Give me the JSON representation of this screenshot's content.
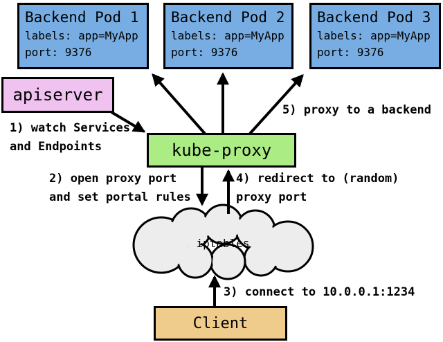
{
  "diagram": {
    "pods": [
      {
        "title": "Backend Pod 1",
        "labels": "labels: app=MyApp",
        "port": "port: 9376"
      },
      {
        "title": "Backend Pod 2",
        "labels": "labels: app=MyApp",
        "port": "port: 9376"
      },
      {
        "title": "Backend Pod 3",
        "labels": "labels: app=MyApp",
        "port": "port: 9376"
      }
    ],
    "apiserver_label": "apiserver",
    "kube_proxy_label": "kube-proxy",
    "iptables_label": "iptables",
    "client_label": "Client",
    "annotations": {
      "step1": "1) watch Services\nand Endpoints",
      "step2": "2) open proxy port\nand set portal rules",
      "step3": "3) connect to 10.0.0.1:1234",
      "step4": "4) redirect to (random)\nproxy port",
      "step5": "5) proxy to a backend"
    }
  },
  "colors": {
    "pod_fill": "#77ADE2",
    "apiserver_fill": "#EFC2EF",
    "kube_proxy_fill": "#ABED84",
    "client_fill": "#EFCB8C",
    "cloud_fill": "#EDEDED",
    "line": "#000000",
    "background": "#FFFFFF"
  }
}
